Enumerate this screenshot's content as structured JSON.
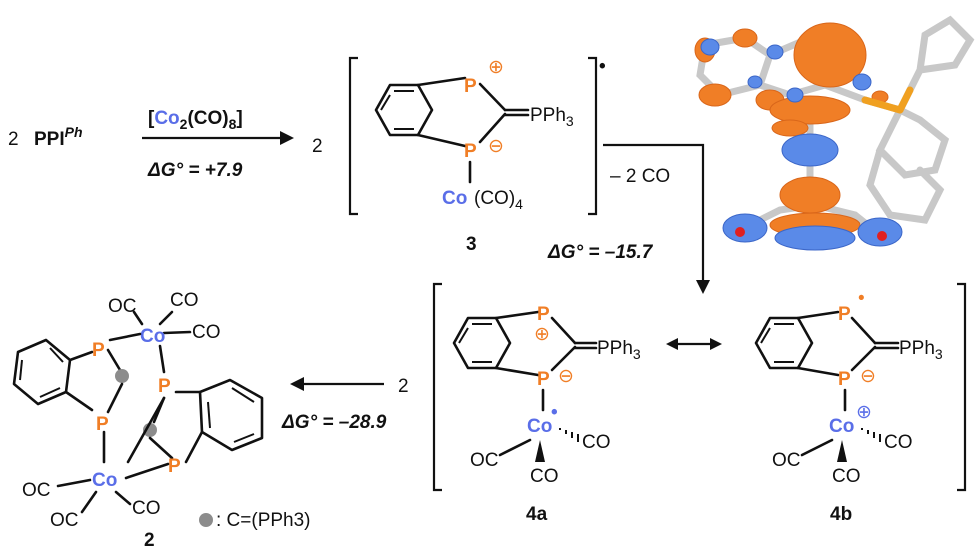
{
  "colors": {
    "phosphorus": "#f07e26",
    "cobalt": "#5a6ee8",
    "orbital_orange": "#f07e26",
    "orbital_blue": "#4f7fe0",
    "bond": "#111111",
    "dummy_atom": "#8c8c8c"
  },
  "step1": {
    "coef": "2",
    "reactant_pre": "PPI",
    "reactant_sup": "Ph",
    "reagent_bracket_open": "[",
    "reagent_co": "Co",
    "reagent_sub2": "2",
    "reagent_rest": "(CO)",
    "reagent_sub8": "8",
    "reagent_bracket_close": "]",
    "dg_label": "ΔG° = ",
    "dg_value": "+7.9"
  },
  "cpd3": {
    "coef": "2",
    "p_top": "P",
    "p_bottom": "P",
    "plus": "⊕",
    "minus": "⊖",
    "ylide": "PPh",
    "ylide_sub": "3",
    "co_atom": "Co",
    "co_ligand": "(CO)",
    "co_sub": "4",
    "radical": "•",
    "label": "3"
  },
  "step2": {
    "loss": "– 2 CO",
    "dg_label": "ΔG° = ",
    "dg_value": "–15.7"
  },
  "cpd4a": {
    "p_top": "P",
    "p_bottom": "P",
    "plus": "⊕",
    "minus": "⊖",
    "ylide": "PPh",
    "ylide_sub": "3",
    "co_atom": "Co",
    "radical": "•",
    "co_a": "CO",
    "co_b": "OC",
    "co_c": "CO",
    "label": "4a"
  },
  "cpd4b": {
    "p_top": "P",
    "p_bottom": "P",
    "radical": "•",
    "minus": "⊖",
    "plus": "⊕",
    "ylide": "PPh",
    "ylide_sub": "3",
    "co_atom": "Co",
    "co_a": "CO",
    "co_b": "OC",
    "co_c": "CO",
    "label": "4b"
  },
  "resonance": "⟷",
  "step3": {
    "coef": "2",
    "dg_label": "ΔG° = ",
    "dg_value": "–28.9"
  },
  "cpd2": {
    "co_top_left": "OC",
    "co_top_mid": "CO",
    "co_top_right": "CO",
    "co_atom": "Co",
    "p": "P",
    "co_bot_left": "OC",
    "co_bot_right": "CO",
    "co_bot_left2": "OC",
    "legend": ": C=(PPh3)",
    "label": "2"
  }
}
